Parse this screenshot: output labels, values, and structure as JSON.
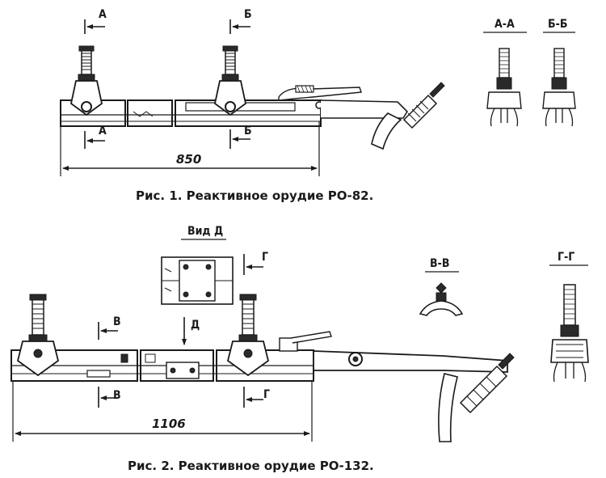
{
  "fig1": {
    "caption": "Рис. 1. Реактивное орудие РО-82.",
    "dimension": "850",
    "section_a": "А",
    "section_b": "Б",
    "section_view_a": "А-А",
    "section_view_b": "Б-Б"
  },
  "fig2": {
    "caption": "Рис. 2. Реактивное орудие РО-132.",
    "dimension": "1106",
    "section_v": "В",
    "section_g": "Г",
    "view_d": "Вид Д",
    "arrow_d": "Д",
    "section_view_v": "В-В",
    "section_view_g": "Г-Г"
  },
  "colors": {
    "ink": "#1a1a1a",
    "paper": "#ffffff"
  }
}
